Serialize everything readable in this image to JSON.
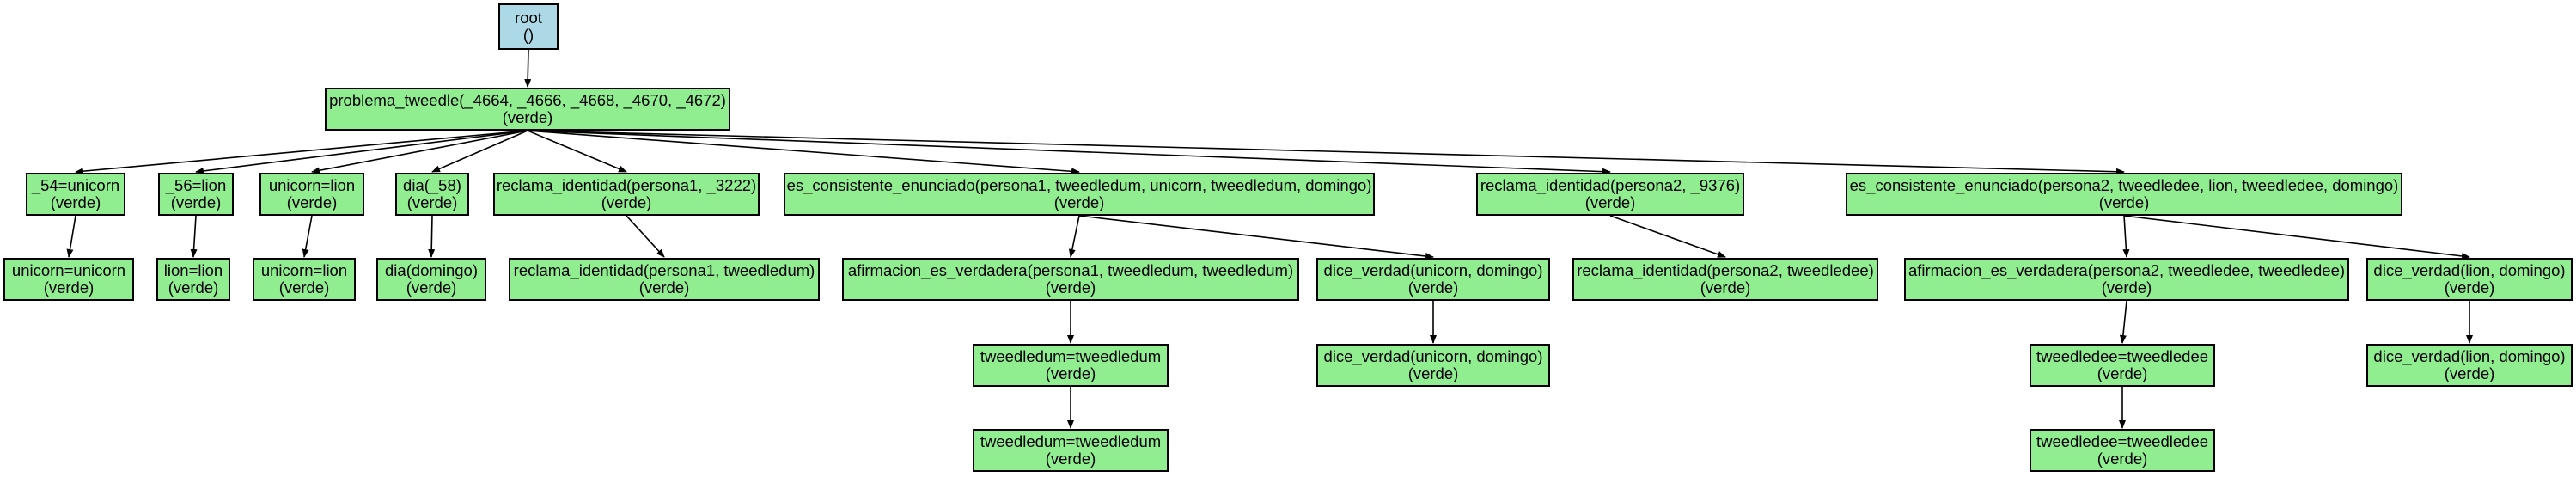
{
  "colors": {
    "root_fill": "#add8e6",
    "node_fill": "#90ee90",
    "border": "#000000",
    "edge": "#000000"
  },
  "nodes": {
    "root": {
      "label": "root",
      "status": "()"
    },
    "problema": {
      "label": "problema_tweedle(_4664, _4666, _4668, _4670, _4672)",
      "status": "(verde)"
    },
    "u54": {
      "label": "_54=unicorn",
      "status": "(verde)"
    },
    "u54c": {
      "label": "unicorn=unicorn",
      "status": "(verde)"
    },
    "l56": {
      "label": "_56=lion",
      "status": "(verde)"
    },
    "l56c": {
      "label": "lion=lion",
      "status": "(verde)"
    },
    "ul": {
      "label": "unicorn=lion",
      "status": "(verde)"
    },
    "ulc": {
      "label": "unicorn=lion",
      "status": "(verde)"
    },
    "dia": {
      "label": "dia(_58)",
      "status": "(verde)"
    },
    "diac": {
      "label": "dia(domingo)",
      "status": "(verde)"
    },
    "rec1": {
      "label": "reclama_identidad(persona1, _3222)",
      "status": "(verde)"
    },
    "rec1c": {
      "label": "reclama_identidad(persona1, tweedledum)",
      "status": "(verde)"
    },
    "esc1": {
      "label": "es_consistente_enunciado(persona1, tweedledum, unicorn, tweedledum, domingo)",
      "status": "(verde)"
    },
    "afi1": {
      "label": "afirmacion_es_verdadera(persona1, tweedledum, tweedledum)",
      "status": "(verde)"
    },
    "tdum1": {
      "label": "tweedledum=tweedledum",
      "status": "(verde)"
    },
    "tdum2": {
      "label": "tweedledum=tweedledum",
      "status": "(verde)"
    },
    "dv1": {
      "label": "dice_verdad(unicorn, domingo)",
      "status": "(verde)"
    },
    "dv1c": {
      "label": "dice_verdad(unicorn, domingo)",
      "status": "(verde)"
    },
    "rec2": {
      "label": "reclama_identidad(persona2, _9376)",
      "status": "(verde)"
    },
    "rec2c": {
      "label": "reclama_identidad(persona2, tweedledee)",
      "status": "(verde)"
    },
    "esc2": {
      "label": "es_consistente_enunciado(persona2, tweedledee, lion, tweedledee, domingo)",
      "status": "(verde)"
    },
    "afi2": {
      "label": "afirmacion_es_verdadera(persona2, tweedledee, tweedledee)",
      "status": "(verde)"
    },
    "tdee1": {
      "label": "tweedledee=tweedledee",
      "status": "(verde)"
    },
    "tdee2": {
      "label": "tweedledee=tweedledee",
      "status": "(verde)"
    },
    "dv2": {
      "label": "dice_verdad(lion, domingo)",
      "status": "(verde)"
    },
    "dv2c": {
      "label": "dice_verdad(lion, domingo)",
      "status": "(verde)"
    }
  },
  "edges": [
    [
      "root",
      "problema"
    ],
    [
      "problema",
      "u54"
    ],
    [
      "problema",
      "l56"
    ],
    [
      "problema",
      "ul"
    ],
    [
      "problema",
      "dia"
    ],
    [
      "problema",
      "rec1"
    ],
    [
      "problema",
      "esc1"
    ],
    [
      "problema",
      "rec2"
    ],
    [
      "problema",
      "esc2"
    ],
    [
      "u54",
      "u54c"
    ],
    [
      "l56",
      "l56c"
    ],
    [
      "ul",
      "ulc"
    ],
    [
      "dia",
      "diac"
    ],
    [
      "rec1",
      "rec1c"
    ],
    [
      "esc1",
      "afi1"
    ],
    [
      "esc1",
      "dv1"
    ],
    [
      "afi1",
      "tdum1"
    ],
    [
      "tdum1",
      "tdum2"
    ],
    [
      "dv1",
      "dv1c"
    ],
    [
      "rec2",
      "rec2c"
    ],
    [
      "esc2",
      "afi2"
    ],
    [
      "esc2",
      "dv2"
    ],
    [
      "afi2",
      "tdee1"
    ],
    [
      "tdee1",
      "tdee2"
    ],
    [
      "dv2",
      "dv2c"
    ]
  ]
}
